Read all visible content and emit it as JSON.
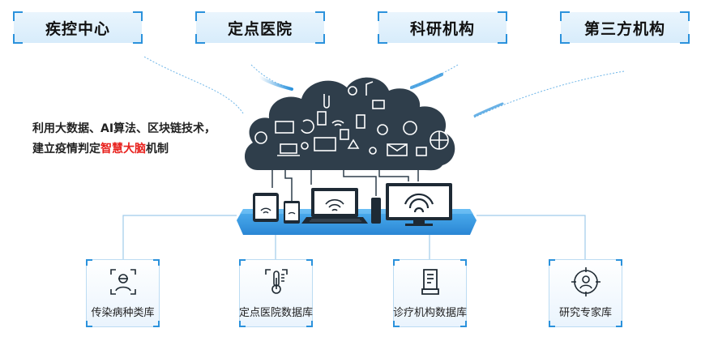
{
  "top_labels": [
    "疾控中心",
    "定点医院",
    "科研机构",
    "第三方机构"
  ],
  "slogan": {
    "line1": "利用大数据、AI算法、区块链技术，",
    "line2_prefix": "建立疫情判定",
    "line2_highlight": "智慧大脑",
    "line2_suffix": "机制"
  },
  "databases": [
    {
      "label": "传染病种类库",
      "icon": "person-scan-icon"
    },
    {
      "label": "定点医院数据库",
      "icon": "thermometer-icon"
    },
    {
      "label": "诊疗机构数据库",
      "icon": "document-icon"
    },
    {
      "label": "研究专家库",
      "icon": "expert-target-icon"
    }
  ],
  "colors": {
    "cloud": "#2f3e4b",
    "platform": "#3c9ee6",
    "accent": "#2b92dc",
    "highlight": "#e8201c",
    "line": "#9fcbe9"
  }
}
